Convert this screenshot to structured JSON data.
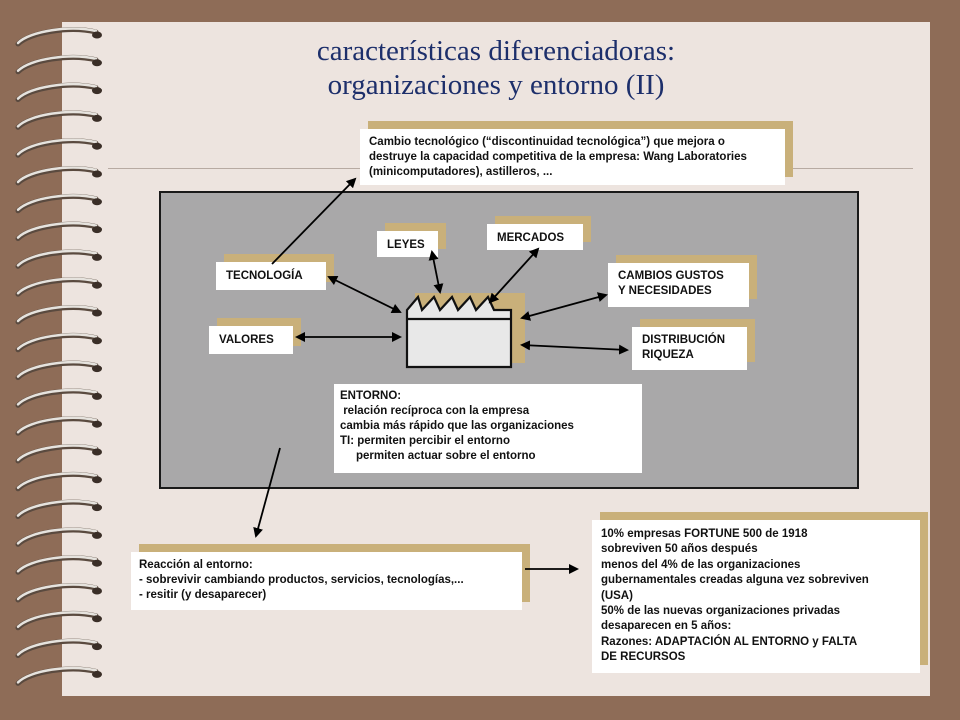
{
  "title": {
    "line1": "características diferenciadoras:",
    "line2": "organizaciones y entorno (II)"
  },
  "labels": {
    "cambio_tecnologico": "Cambio tecnológico (“discontinuidad tecnológica”) que mejora o destruye la capacidad competitiva de la empresa: Wang Laboratories (minicomputadores), astilleros, ...",
    "tecnologia": "TECNOLOGÍA",
    "valores": "VALORES",
    "leyes": "LEYES",
    "mercados": "MERCADOS",
    "cambios_gustos": [
      "CAMBIOS GUSTOS",
      "Y NECESIDADES"
    ],
    "distribucion": [
      "DISTRIBUCIÓN",
      "RIQUEZA"
    ]
  },
  "entorno": [
    "ENTORNO:",
    " relación recíproca con la empresa",
    "cambia más rápido que las organizaciones",
    "TI: permiten percibir el entorno",
    "     permiten actuar sobre el entorno"
  ],
  "reaccion": [
    "Reacción al entorno:",
    "- sobrevivir cambiando productos, servicios, tecnologías,...",
    "- resitir (y desaparecer)"
  ],
  "fortune": [
    "10% empresas FORTUNE 500 de 1918",
    "sobreviven 50 años después",
    "menos del 4% de las organizaciones",
    "gubernamentales creadas alguna vez sobreviven",
    "(USA)",
    "50% de las nuevas organizaciones privadas",
    "desaparecen en 5 años:",
    "Razones: ADAPTACIÓN AL ENTORNO y FALTA",
    "DE RECURSOS"
  ],
  "colors": {
    "background": "#8e6c57",
    "page": "#ede4df",
    "title": "#1d2f6b",
    "entorno_box": "#a9a8a9",
    "label_shadow": "#c9b07a"
  }
}
